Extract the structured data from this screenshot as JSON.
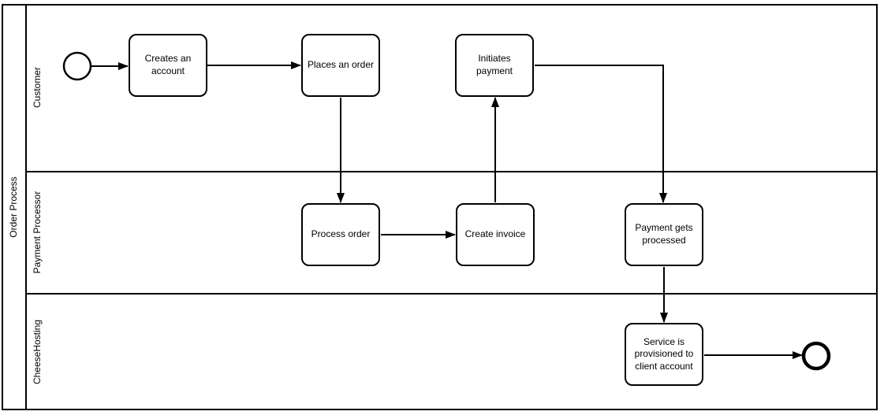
{
  "diagram": {
    "type": "bpmn-swimlane",
    "pool": {
      "title": "Order Process"
    },
    "lanes": [
      {
        "name": "Customer"
      },
      {
        "name": "Payment Processor"
      },
      {
        "name": "CheeseHosting"
      }
    ],
    "events": [
      {
        "id": "start",
        "kind": "start-event",
        "lane": "Customer"
      },
      {
        "id": "end",
        "kind": "end-event",
        "lane": "CheeseHosting"
      }
    ],
    "tasks": [
      {
        "id": "creates-account",
        "label": "Creates an account",
        "lane": "Customer"
      },
      {
        "id": "places-order",
        "label": "Places an order",
        "lane": "Customer"
      },
      {
        "id": "initiates-payment",
        "label": "Initiates payment",
        "lane": "Customer"
      },
      {
        "id": "process-order",
        "label": "Process order",
        "lane": "Payment Processor"
      },
      {
        "id": "create-invoice",
        "label": "Create invoice",
        "lane": "Payment Processor"
      },
      {
        "id": "payment-processed",
        "label": "Payment gets processed",
        "lane": "Payment Processor"
      },
      {
        "id": "service-provisioned",
        "label": "Service is provisioned to client account",
        "lane": "CheeseHosting"
      }
    ],
    "flows": [
      {
        "from": "start",
        "to": "creates-account"
      },
      {
        "from": "creates-account",
        "to": "places-order"
      },
      {
        "from": "places-order",
        "to": "process-order"
      },
      {
        "from": "process-order",
        "to": "create-invoice"
      },
      {
        "from": "create-invoice",
        "to": "initiates-payment"
      },
      {
        "from": "initiates-payment",
        "to": "payment-processed"
      },
      {
        "from": "payment-processed",
        "to": "service-provisioned"
      },
      {
        "from": "service-provisioned",
        "to": "end"
      }
    ],
    "colors": {
      "stroke": "#000000",
      "fill": "#ffffff",
      "background": "#ffffff"
    }
  }
}
